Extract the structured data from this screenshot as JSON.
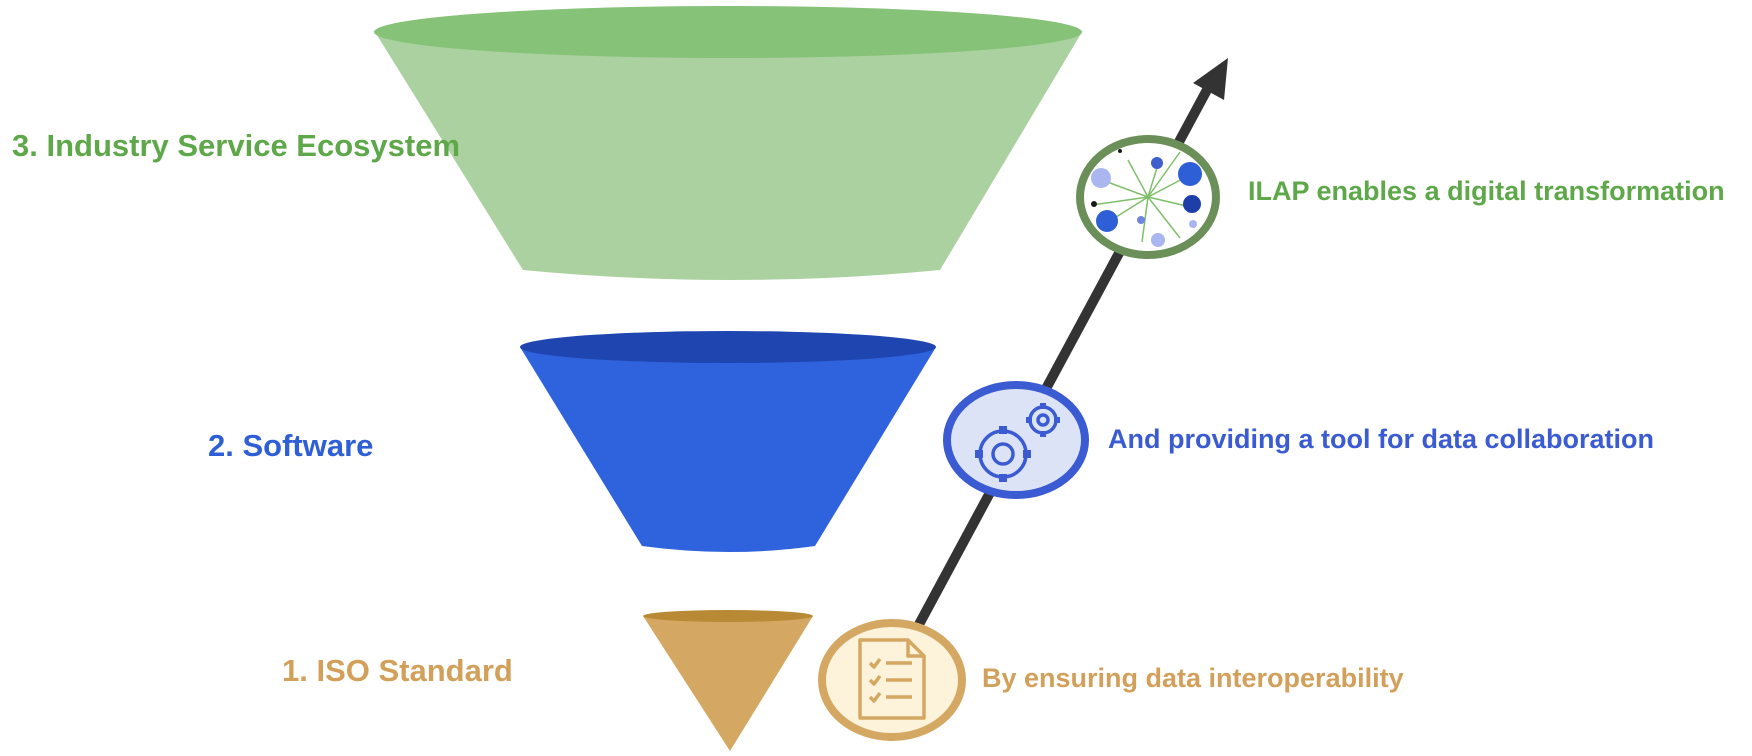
{
  "levels": [
    {
      "label": "3. Industry Service Ecosystem",
      "color": "#5ea84a"
    },
    {
      "label": "2. Software",
      "color": "#2f5fd6"
    },
    {
      "label": "1. ISO Standard",
      "color": "#d2a05a"
    }
  ],
  "benefits": [
    {
      "label": "ILAP enables a digital transformation",
      "icon": "network-icon",
      "color": "#5ea84a"
    },
    {
      "label": "And providing a tool for data collaboration",
      "icon": "gears-icon",
      "color": "#3b5bd3"
    },
    {
      "label": "By ensuring data interoperability",
      "icon": "checklist-document-icon",
      "color": "#d2a05a"
    }
  ],
  "colors": {
    "green_funnel": "#acd1a0",
    "green_top": "#86c278",
    "blue_funnel": "#2f62dd",
    "blue_top": "#1f45b0",
    "gold_funnel": "#d4a862",
    "gold_top": "#b98a36",
    "arrow": "#333333"
  }
}
